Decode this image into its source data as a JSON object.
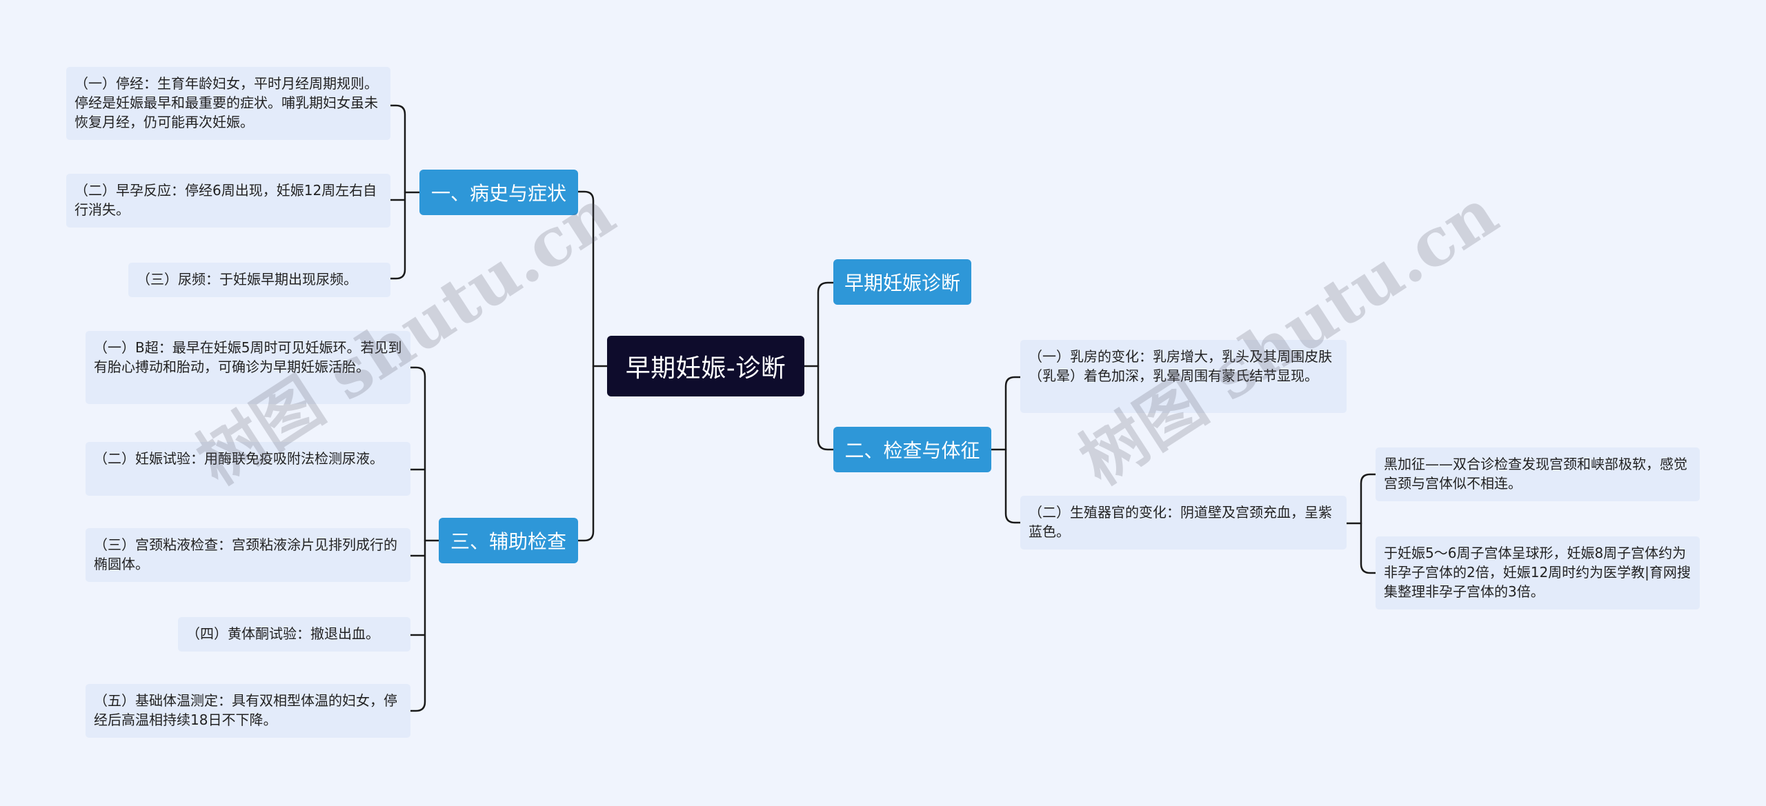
{
  "root": {
    "label": "早期妊娠-诊断"
  },
  "right_title": {
    "label": "早期妊娠诊断"
  },
  "branches": {
    "history": {
      "label": "一、病史与症状",
      "items": [
        "（一）停经：生育年龄妇女，平时月经周期规则。停经是妊娠最早和最重要的症状。哺乳期妇女虽未恢复月经，仍可能再次妊娠。",
        "（二）早孕反应：停经6周出现，妊娠12周左右自行消失。",
        "（三）尿频：于妊娠早期出现尿频。"
      ]
    },
    "aux": {
      "label": "三、辅助检查",
      "items": [
        "（一）B超：最早在妊娠5周时可见妊娠环。若见到有胎心搏动和胎动，可确诊为早期妊娠活胎。",
        "（二）妊娠试验：用酶联免疫吸附法检测尿液。",
        "（三）宫颈粘液检查：宫颈粘液涂片见排列成行的椭圆体。",
        "（四）黄体酮试验：撤退出血。",
        "（五）基础体温测定：具有双相型体温的妇女，停经后高温相持续18日不下降。"
      ]
    },
    "exam": {
      "label": "二、检查与体征",
      "items": [
        "（一）乳房的变化：乳房增大，乳头及其周围皮肤（乳晕）着色加深，乳晕周围有蒙氏结节显现。",
        "（二）生殖器官的变化：阴道壁及宫颈充血，呈紫蓝色。"
      ],
      "sub_items": [
        "黑加征——双合诊检查发现宫颈和峡部极软，感觉宫颈与宫体似不相连。",
        "于妊娠5～6周子宫体呈球形，妊娠8周子宫体约为非孕子宫体的2倍，妊娠12周时约为医学教|育网搜集整理非孕子宫体的3倍。"
      ]
    }
  },
  "watermarks": [
    "树图 shutu.cn",
    "树图 shutu.cn"
  ],
  "colors": {
    "background": "#f0f4fd",
    "root_fill": "#0e0c2c",
    "branch_fill": "#2e97d8",
    "leaf_fill": "#e3ebfa",
    "connector": "#1a1a1a"
  }
}
